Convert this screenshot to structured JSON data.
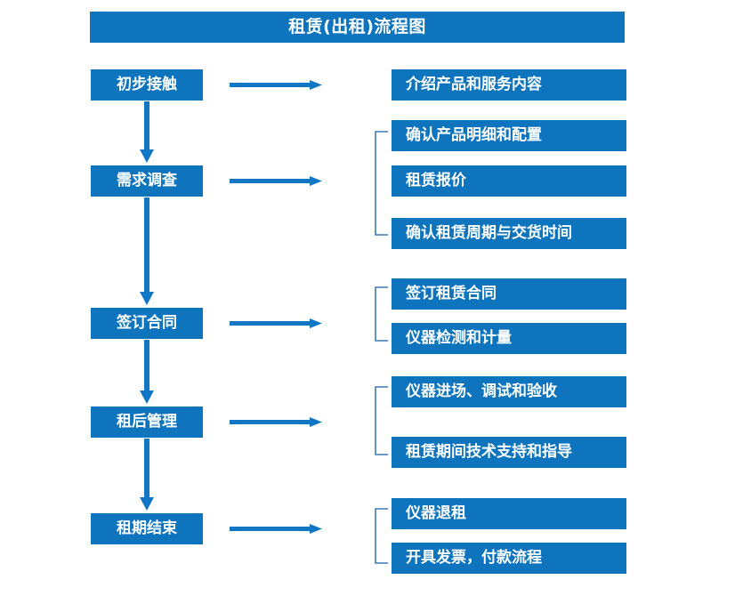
{
  "page": {
    "title": "租赁(出租)流程图",
    "background_color": "#ffffff",
    "accent_color": "#0d74bd",
    "text_color": "#ffffff",
    "connector_color": "#1177c4",
    "bracket_color": "#3a7cb5"
  },
  "header": {
    "title": "租赁(出租)流程图"
  },
  "flow": {
    "stages": [
      {
        "id": "stage-1",
        "label": "初步接触",
        "details": [
          "介绍产品和服务内容"
        ],
        "has_bracket": false,
        "has_next_arrow": true
      },
      {
        "id": "stage-2",
        "label": "需求调查",
        "details": [
          "确认产品明细和配置",
          "租赁报价",
          "确认租赁周期与交货时间"
        ],
        "has_bracket": true,
        "has_next_arrow": true
      },
      {
        "id": "stage-3",
        "label": "签订合同",
        "details": [
          "签订租赁合同",
          "仪器检测和计量"
        ],
        "has_bracket": true,
        "has_next_arrow": true
      },
      {
        "id": "stage-4",
        "label": "租后管理",
        "details": [
          "仪器进场、调试和验收",
          "租赁期间技术支持和指导"
        ],
        "has_bracket": true,
        "has_next_arrow": true
      },
      {
        "id": "stage-5",
        "label": "租期结束",
        "details": [
          "仪器退租",
          "开具发票，付款流程"
        ],
        "has_bracket": true,
        "has_next_arrow": false
      }
    ]
  },
  "boxes": {
    "stage_1_label": "初步接触",
    "stage_2_label": "需求调查",
    "stage_3_label": "签订合同",
    "stage_4_label": "租后管理",
    "stage_5_label": "租期结束",
    "detail_1_1": "介绍产品和服务内容",
    "detail_2_1": "确认产品明细和配置",
    "detail_2_2": "租赁报价",
    "detail_2_3": "确认租赁周期与交货时间",
    "detail_3_1": "签订租赁合同",
    "detail_3_2": "仪器检测和计量",
    "detail_4_1": "仪器进场、调试和验收",
    "detail_4_2": "租赁期间技术支持和指导",
    "detail_5_1": "仪器退租",
    "detail_5_2": "开具发票，付款流程"
  }
}
